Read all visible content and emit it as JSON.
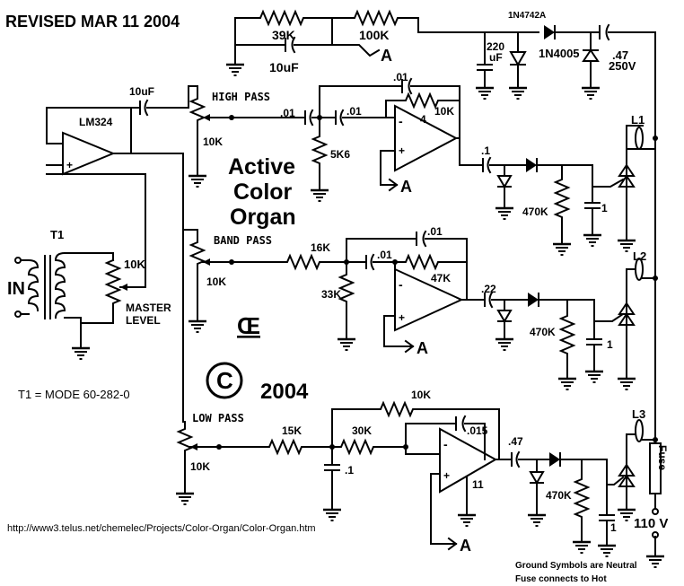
{
  "header": {
    "revised": "REVISED MAR 11 2004"
  },
  "title": {
    "line1": "Active",
    "line2": "Color",
    "line3": "Organ"
  },
  "copyright": {
    "symbol": "©",
    "year": "2004",
    "logo_text": "Œ"
  },
  "transformer": {
    "label": "T1",
    "input_label": "IN",
    "note": "T1 = MODE   60-282-0"
  },
  "master": {
    "pot": "10K",
    "label_line1": "MASTER",
    "label_line2": "LEVEL"
  },
  "buffer": {
    "opamp": "LM324",
    "cap": "10uF",
    "plus": "+"
  },
  "power": {
    "r1": "39K",
    "r2": "100K",
    "cap": "10uF",
    "ref": "A",
    "zener": "1N4742A",
    "elec_cap_line1": "220",
    "elec_cap_line2": "uF",
    "diode": "1N4005",
    "cap2_line1": ".47",
    "cap2_line2": "250V"
  },
  "high": {
    "label": "HIGH PASS",
    "pot": "10K",
    "c1": ".01",
    "c2": ".01",
    "c3": ".01",
    "r_fb": "10K",
    "r_gnd": "5K6",
    "pin": "4",
    "ref": "A",
    "c_out": ".1",
    "r_load": "470K",
    "c_gate": "1",
    "lamp": "L1"
  },
  "band": {
    "label": "BAND PASS",
    "pot": "10K",
    "r_in": "16K",
    "r_gnd": "33K",
    "c1": ".01",
    "c2": ".01",
    "r_fb": "47K",
    "ref": "A",
    "c_out": ".22",
    "r_load": "470K",
    "c_gate": "1",
    "lamp": "L2"
  },
  "low": {
    "label": "LOW PASS",
    "pot": "10K",
    "r_in": "15K",
    "c_gnd": ".1",
    "r2": "30K",
    "r_fb": "10K",
    "c_fb": ".015",
    "pin": "11",
    "ref": "A",
    "c_out": ".47",
    "r_load": "470K",
    "c_gate": "1",
    "lamp": "L3"
  },
  "mains": {
    "fuse": "Fuse",
    "voltage": "110 V"
  },
  "url": "http://www3.telus.net/chemelec/Projects/Color-Organ/Color-Organ.htm",
  "notes": {
    "line1": "Ground Symbols are Neutral",
    "line2": "Fuse connects to Hot"
  },
  "opamp_signs": {
    "minus": "-",
    "plus": "+"
  }
}
